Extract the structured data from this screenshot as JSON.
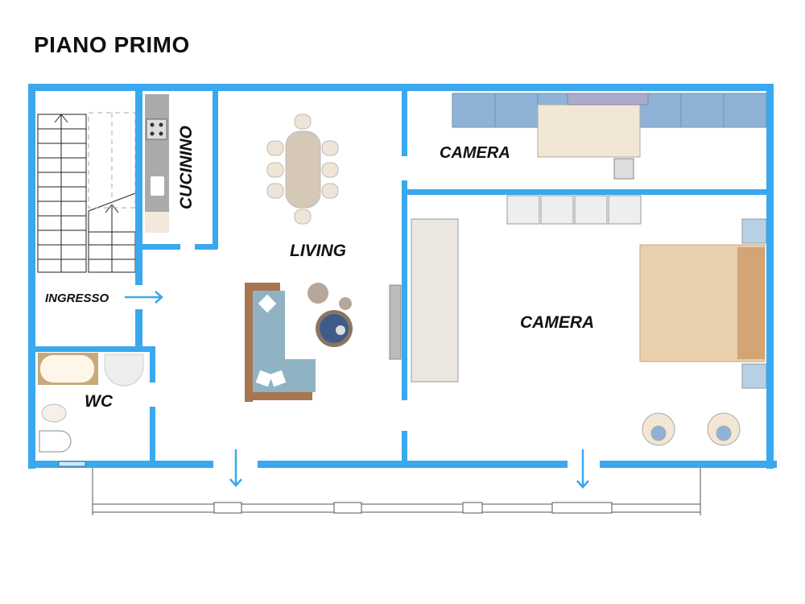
{
  "title": "PIANO PRIMO",
  "rooms": {
    "cucinino": "CUCININO",
    "living": "LIVING",
    "ingresso": "INGRESSO",
    "wc": "WC",
    "camera_small": "CAMERA",
    "camera_large": "CAMERA"
  },
  "colors": {
    "wall": "#3aa8ee",
    "sofa": "#8fb3c3",
    "wood": "#a77550",
    "beige": "#e8dcc8"
  }
}
